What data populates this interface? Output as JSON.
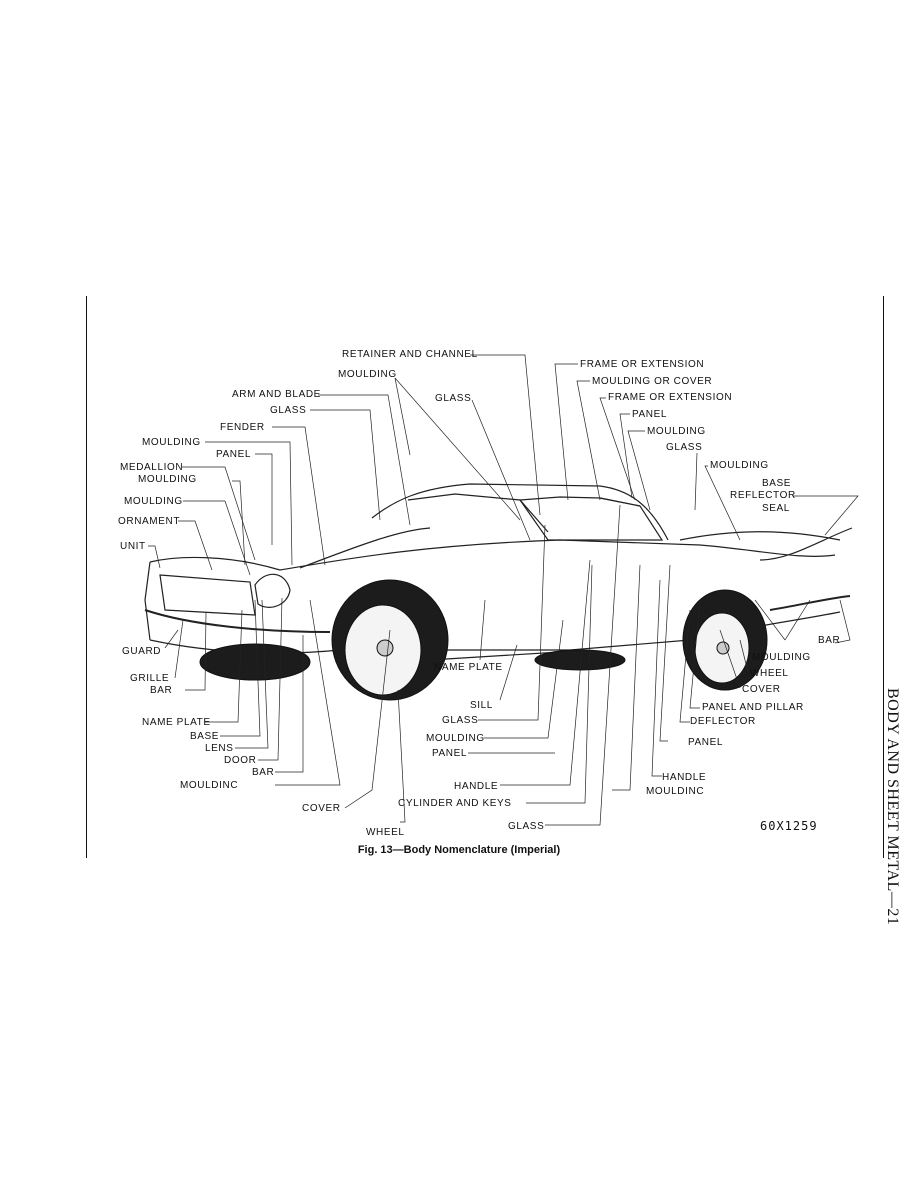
{
  "caption": "Fig. 13—Body Nomenclature (Imperial)",
  "section_header": "BODY AND SHEET METAL—21",
  "figure_code": "60X1259",
  "labels": {
    "retainer_and_channel": "RETAINER AND CHANNEL",
    "moulding_top": "MOULDING",
    "arm_and_blade": "ARM AND BLADE",
    "glass_windshield": "GLASS",
    "glass_vent": "GLASS",
    "fender": "FENDER",
    "moulding_hood": "MOULDING",
    "panel_cowl": "PANEL",
    "medallion": "MEDALLION",
    "moulding_medallion": "MOULDING",
    "moulding_front": "MOULDING",
    "ornament": "ORNAMENT",
    "unit": "UNIT",
    "guard": "GUARD",
    "grille": "GRILLE",
    "bar_front": "BAR",
    "name_plate_front": "NAME PLATE",
    "base_front": "BASE",
    "lens": "LENS",
    "door": "DOOR",
    "bar_bumper": "BAR",
    "moulding_lower": "MOULDINC",
    "cover_front": "COVER",
    "wheel_front": "WHEEL",
    "name_plate_side": "NAME PLATE",
    "sill": "SILL",
    "glass_door": "GLASS",
    "moulding_door": "MOULDING",
    "panel_door": "PANEL",
    "handle_front": "HANDLE",
    "cylinder_and_keys": "CYLINDER AND KEYS",
    "glass_rear_bottom": "GLASS",
    "frame_or_extension_1": "FRAME OR EXTENSION",
    "moulding_or_cover": "MOULDING OR COVER",
    "frame_or_extension_2": "FRAME OR EXTENSION",
    "panel_roof": "PANEL",
    "moulding_roof": "MOULDING",
    "glass_rear": "GLASS",
    "moulding_deck": "MOULDING",
    "base_lamp": "BASE",
    "reflector": "REFLECTOR",
    "seal": "SEAL",
    "bar_rear": "BAR",
    "moulding_rear": "MOULDING",
    "wheel_rear": "WHEEL",
    "cover_rear": "COVER",
    "panel_and_pillar": "PANEL AND PILLAR",
    "deflector": "DEFLECTOR",
    "panel_quarter": "PANEL",
    "handle_rear": "HANDLE",
    "moulding_rear_lower": "MOULDINC"
  }
}
